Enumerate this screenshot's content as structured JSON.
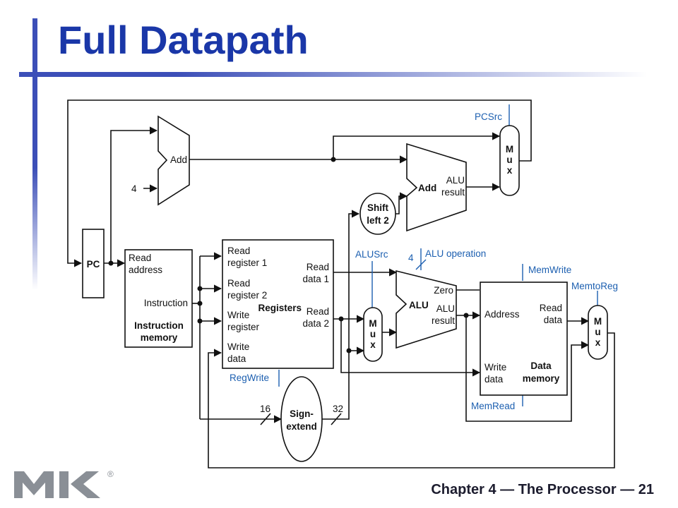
{
  "slide": {
    "title": "Full Datapath",
    "footer": "Chapter 4 — The Processor — 21",
    "logo_registered": "®"
  },
  "colors": {
    "title": "#1a37a8",
    "accent": "#3c4fb8",
    "control": "#1c5fb0"
  },
  "diagram": {
    "pc": "PC",
    "add_top": "Add",
    "four_top": "4",
    "imem": {
      "l1": "Read",
      "l2": "address",
      "instr": "Instruction",
      "n1": "Instruction",
      "n2": "memory"
    },
    "regs": {
      "rr1a": "Read",
      "rr1b": "register 1",
      "rr2a": "Read",
      "rr2b": "register 2",
      "wra": "Write",
      "wrb": "register",
      "wda": "Write",
      "wdb": "data",
      "name": "Registers",
      "rd1a": "Read",
      "rd1b": "data 1",
      "rd2a": "Read",
      "rd2b": "data 2"
    },
    "regwrite": "RegWrite",
    "sign": {
      "a": "Sign-",
      "b": "extend",
      "in": "16",
      "out": "32"
    },
    "shift": {
      "a": "Shift",
      "b": "left 2"
    },
    "add_branch": {
      "name": "Add",
      "a": "ALU",
      "b": "result"
    },
    "pcsrc": "PCSrc",
    "mux_letters": [
      "M",
      "u",
      "x"
    ],
    "alusrc": "ALUSrc",
    "alu_op_bits": "4",
    "alu_operation": "ALU operation",
    "alu": {
      "name": "ALU",
      "zero": "Zero",
      "a": "ALU",
      "b": "result"
    },
    "dmem": {
      "addr": "Address",
      "rd_a": "Read",
      "rd_b": "data",
      "wd_a": "Write",
      "wd_b": "data",
      "n1": "Data",
      "n2": "memory"
    },
    "memwrite": "MemWrite",
    "memread": "MemRead",
    "memtoreg": "MemtoReg"
  }
}
